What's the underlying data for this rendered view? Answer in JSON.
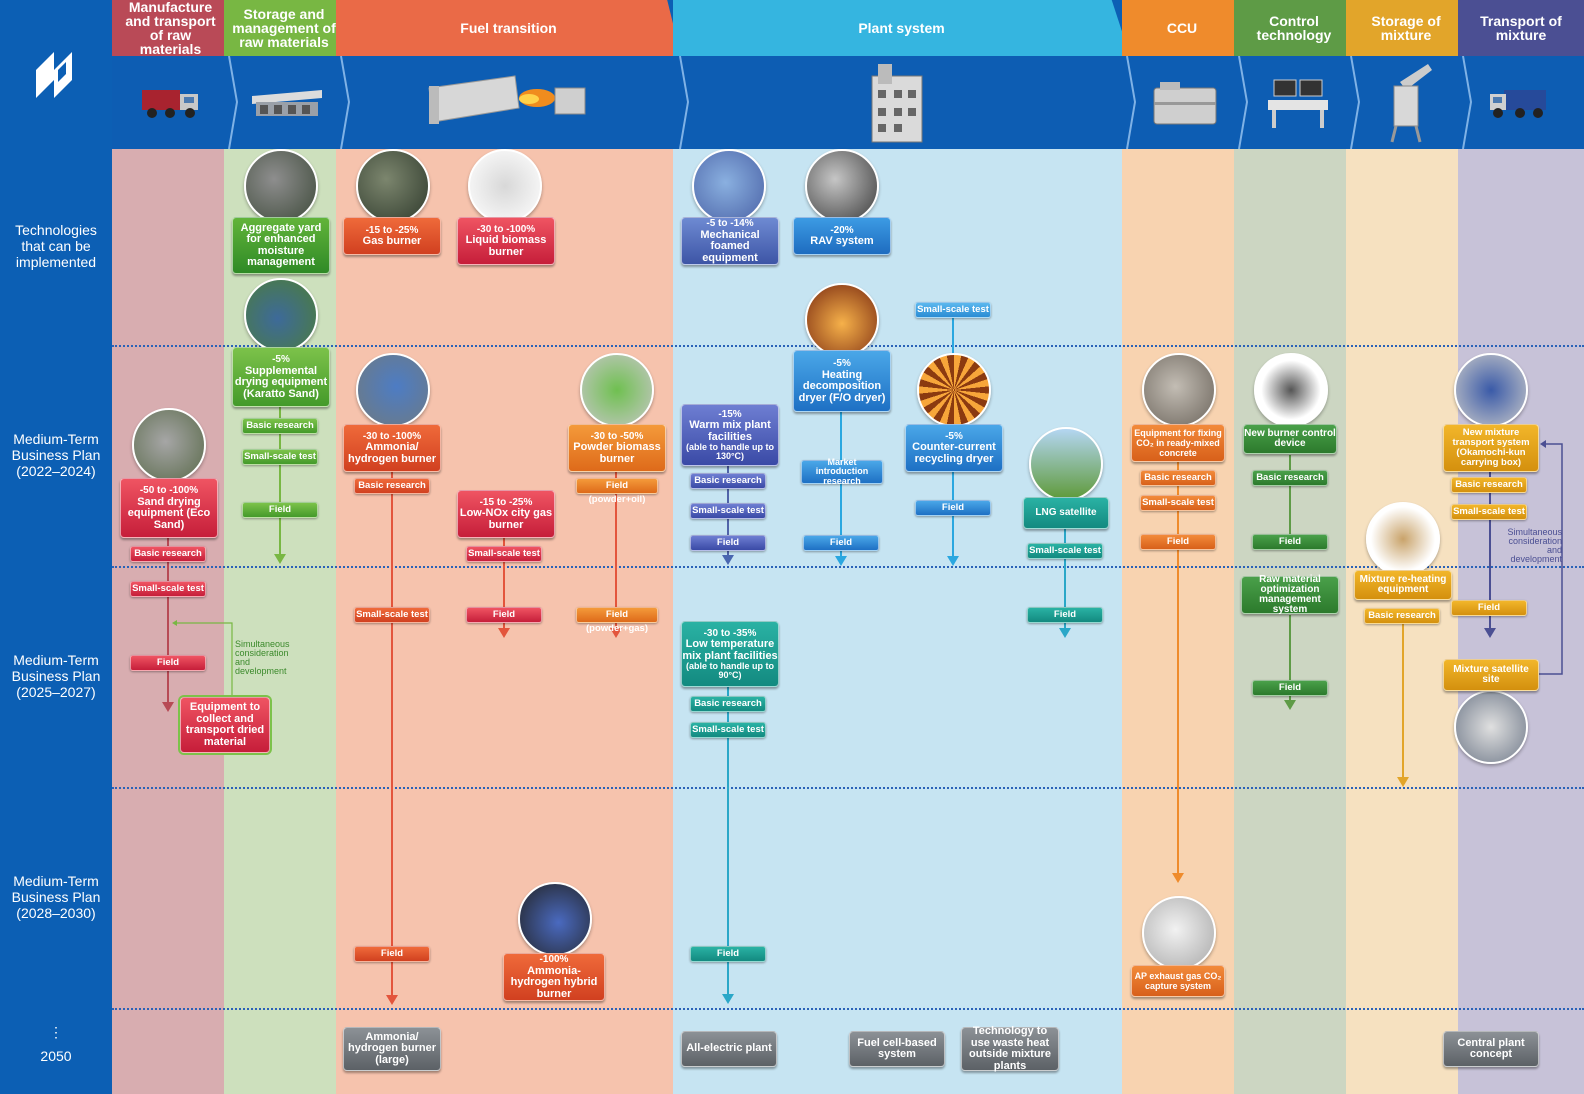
{
  "columns": {
    "manufacture": "Manufacture and transport of raw materials",
    "storage_raw": "Storage and management of raw materials",
    "fuel": "Fuel transition",
    "plant": "Plant system",
    "ccu": "CCU",
    "control": "Control technology",
    "storage_mix": "Storage of mixture",
    "transport_mix": "Transport of mixture"
  },
  "rows": {
    "r1": "Technologies that can be implemented",
    "r2": "Medium-Term Business Plan (2022–2024)",
    "r3": "Medium-Term Business Plan (2025–2027)",
    "r4": "Medium-Term Business Plan (2028–2030)",
    "r5_dots": "⋮",
    "r5": "2050"
  },
  "boxes": {
    "aggregate_yard": "Aggregate yard for enhanced moisture management",
    "gas_burner_pct": "-15 to -25%",
    "gas_burner": "Gas burner",
    "liquid_biomass_pct": "-30 to -100%",
    "liquid_biomass": "Liquid biomass burner",
    "mech_foamed_pct": "-5 to -14%",
    "mech_foamed": "Mechanical foamed equipment",
    "rav_pct": "-20%",
    "rav": "RAV system",
    "supp_drying_pct": "-5%",
    "supp_drying": "Supplemental drying equipment (Karatto Sand)",
    "sand_drying_pct": "-50 to -100%",
    "sand_drying": "Sand drying equipment (Eco Sand)",
    "ammonia_pct": "-30 to -100%",
    "ammonia": "Ammonia/ hydrogen burner",
    "powder_pct": "-30 to -50%",
    "powder": "Powder biomass burner",
    "lownox_pct": "-15 to -25%",
    "lownox": "Low-NOx city gas burner",
    "warm_mix_pct": "-15%",
    "warm_mix": "Warm mix plant facilities",
    "warm_mix_sub": "(able to handle up to 130°C)",
    "heating_pct": "-5%",
    "heating": "Heating decomposition dryer (F/O dryer)",
    "counter_pct": "-5%",
    "counter": "Counter-current recycling dryer",
    "lng": "LNG satellite",
    "ccu_concrete": "Equipment for fixing CO₂ in ready-mixed concrete",
    "new_burner": "New burner control device",
    "new_mixture": "New mixture transport system (Okamochi-kun carrying box)",
    "collect_dried": "Equipment to collect and transport dried material",
    "low_temp_pct": "-30 to -35%",
    "low_temp": "Low temperature mix plant facilities",
    "low_temp_sub": "(able to handle up to 90°C)",
    "raw_opt": "Raw material optimization management system",
    "mix_reheat": "Mixture re-heating equipment",
    "mix_satellite": "Mixture satellite site",
    "ammonia_hybrid_pct": "-100%",
    "ammonia_hybrid": "Ammonia-hydrogen hybrid burner",
    "ap_exhaust": "AP exhaust gas CO₂ capture system",
    "ammonia_large": "Ammonia/ hydrogen burner (large)",
    "all_electric": "All-electric plant",
    "fuel_cell": "Fuel cell-based system",
    "waste_heat": "Technology to use waste heat outside mixture plants",
    "central_plant": "Central plant concept"
  },
  "pills": {
    "basic": "Basic research",
    "small": "Small-scale test",
    "field": "Field",
    "field_oil": "Field (powder+oil)",
    "field_gas": "Field (powder+gas)",
    "market": "Market introduction research"
  },
  "notes": {
    "simul_left": "Simultaneous consideration and development",
    "simul_right": "Simultaneous consideration and development"
  },
  "colors": {
    "manufacture": "#b94a57",
    "storage_raw": "#78b743",
    "fuel": "#ea6a47",
    "plant": "#35b5e0",
    "ccu": "#ef8b2c",
    "control": "#5e9b46",
    "storage_mix": "#e2a52a",
    "transport_mix": "#4b4f93",
    "background": "#0c5fb4"
  }
}
